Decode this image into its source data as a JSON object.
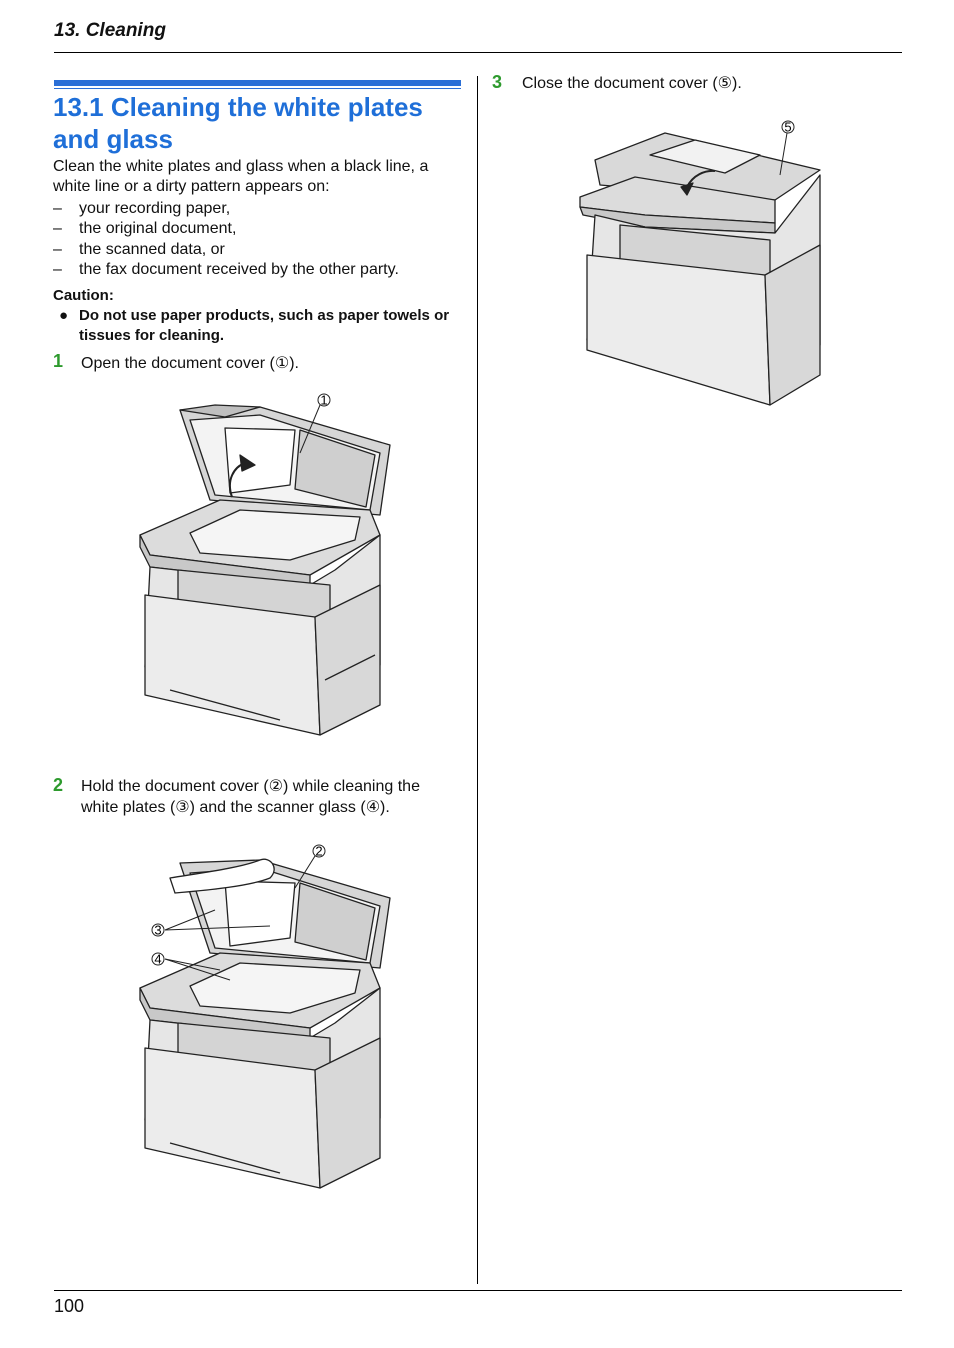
{
  "header": {
    "chapter": "13. Cleaning"
  },
  "section": {
    "title": "13.1 Cleaning the white plates and glass",
    "intro": "Clean the white plates and glass when a black line, a white line or a dirty pattern appears on:",
    "list": [
      "your recording paper,",
      "the original document,",
      "the scanned data, or",
      "the fax document received by the other party."
    ],
    "caution_label": "Caution:",
    "caution_text": "Do not use paper products, such as paper towels or tissues for cleaning."
  },
  "steps": [
    {
      "number": "1",
      "text": "Open the document cover (①)."
    },
    {
      "number": "2",
      "text": "Hold the document cover (②) while cleaning the white plates (③) and the scanner glass (④)."
    },
    {
      "number": "3",
      "text": "Close the document cover (⑤)."
    }
  ],
  "callouts": {
    "c1": "1",
    "c2": "2",
    "c3": "3",
    "c4": "4",
    "c5": "5"
  },
  "footer": {
    "page_number": "100"
  },
  "colors": {
    "heading_blue": "#1f6fd8",
    "step_green": "#2d9a2d"
  }
}
